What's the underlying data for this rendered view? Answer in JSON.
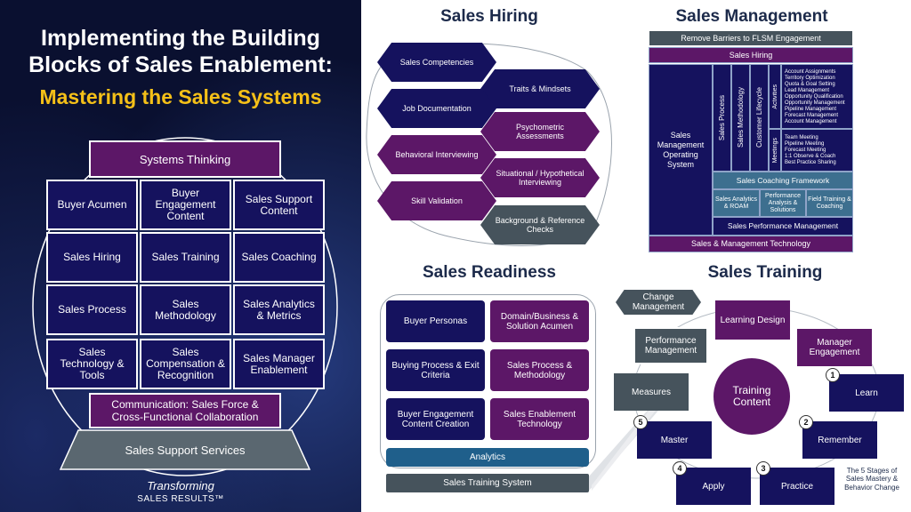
{
  "left": {
    "title_line1": "Implementing the Building",
    "title_line2": "Blocks of Sales Enablement:",
    "subtitle": "Mastering the Sales Systems",
    "top_block": "Systems Thinking",
    "grid": [
      "Buyer Acumen",
      "Buyer Engagement Content",
      "Sales Support Content",
      "Sales Hiring",
      "Sales Training",
      "Sales Coaching",
      "Sales Process",
      "Sales Methodology",
      "Sales Analytics & Metrics",
      "Sales Technology & Tools",
      "Sales Compensation & Recognition",
      "Sales Manager Enablement"
    ],
    "communication": "Communication: Sales Force & Cross-Functional Collaboration",
    "support": "Sales Support Services",
    "brand_line1": "Transforming",
    "brand_line2": "SALES RESULTS™"
  },
  "hiring": {
    "title": "Sales Hiring",
    "items": [
      "Sales Competencies",
      "Traits & Mindsets",
      "Job Documentation",
      "Psychometric Assessments",
      "Behavioral Interviewing",
      "Situational / Hypothetical Interviewing",
      "Skill Validation",
      "Background & Reference Checks"
    ]
  },
  "management": {
    "title": "Sales Management",
    "remove_barriers": "Remove Barriers to FLSM Engagement",
    "hiring": "Sales Hiring",
    "operating_system": "Sales Management Operating System",
    "col_process": "Sales Process",
    "col_methodology": "Sales Methodology",
    "col_lifecycle": "Customer Lifecycle",
    "label_activities": "Activities",
    "activities": [
      "Account Assignments",
      "Territory Optimization",
      "Quota & Goal Setting",
      "Lead Management",
      "Opportunity Qualification",
      "Opportunity Management",
      "Pipeline Management",
      "Forecast Management",
      "Account Management"
    ],
    "label_meetings": "Meetings",
    "meetings": [
      "Team Meeting",
      "Pipeline Meeting",
      "Forecast Meeting",
      "1:1 Observe & Coach",
      "Best Practice Sharing"
    ],
    "coaching_framework": "Sales Coaching Framework",
    "analytics": "Sales Analytics & ROAM",
    "performance": "Performance Analysis & Solutions",
    "field_training": "Field Training & Coaching",
    "perf_mgmt": "Sales Performance Management",
    "technology": "Sales & Management Technology"
  },
  "readiness": {
    "title": "Sales Readiness",
    "items": [
      "Buyer Personas",
      "Domain/Business & Solution Acumen",
      "Buying Process & Exit Criteria",
      "Sales Process & Methodology",
      "Buyer Engagement Content Creation",
      "Sales Enablement Technology"
    ],
    "analytics": "Analytics",
    "system": "Sales Training System"
  },
  "training": {
    "title": "Sales Training",
    "change_mgmt": "Change Management",
    "learning_design": "Learning Design",
    "manager_engagement": "Manager Engagement",
    "perf_mgmt": "Performance Management",
    "measures": "Measures",
    "center": "Training Content",
    "stages": [
      {
        "num": "1",
        "label": "Learn"
      },
      {
        "num": "2",
        "label": "Remember"
      },
      {
        "num": "3",
        "label": "Practice"
      },
      {
        "num": "4",
        "label": "Apply"
      },
      {
        "num": "5",
        "label": "Master"
      }
    ],
    "caption": "The 5 Stages of Sales Mastery & Behavior Change"
  },
  "colors": {
    "navy": "#15125e",
    "purple": "#5c1767",
    "gray": "#46535c",
    "teal": "#1f5f8b",
    "gold": "#f5c018"
  }
}
